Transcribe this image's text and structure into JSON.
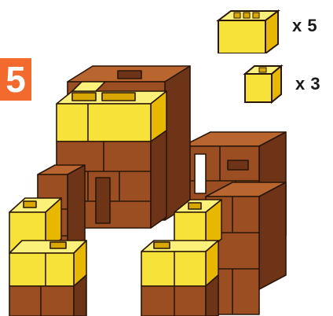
{
  "step": {
    "number": "5"
  },
  "parts": [
    {
      "name": "long-yellow-block",
      "icon": "long-yellow-brick-icon",
      "quantity": "x 5"
    },
    {
      "name": "small-yellow-block",
      "icon": "small-yellow-cube-icon",
      "quantity": "x 3"
    }
  ],
  "colors": {
    "badge": "#F26A2E",
    "yellow": "#F7E23A",
    "yellowTop": "#FAF07A",
    "yellowSide": "#E8B800",
    "brown": "#9B4E22",
    "brownLight": "#B8652F",
    "brownDark": "#6E3417",
    "outline": "#2A1608"
  }
}
